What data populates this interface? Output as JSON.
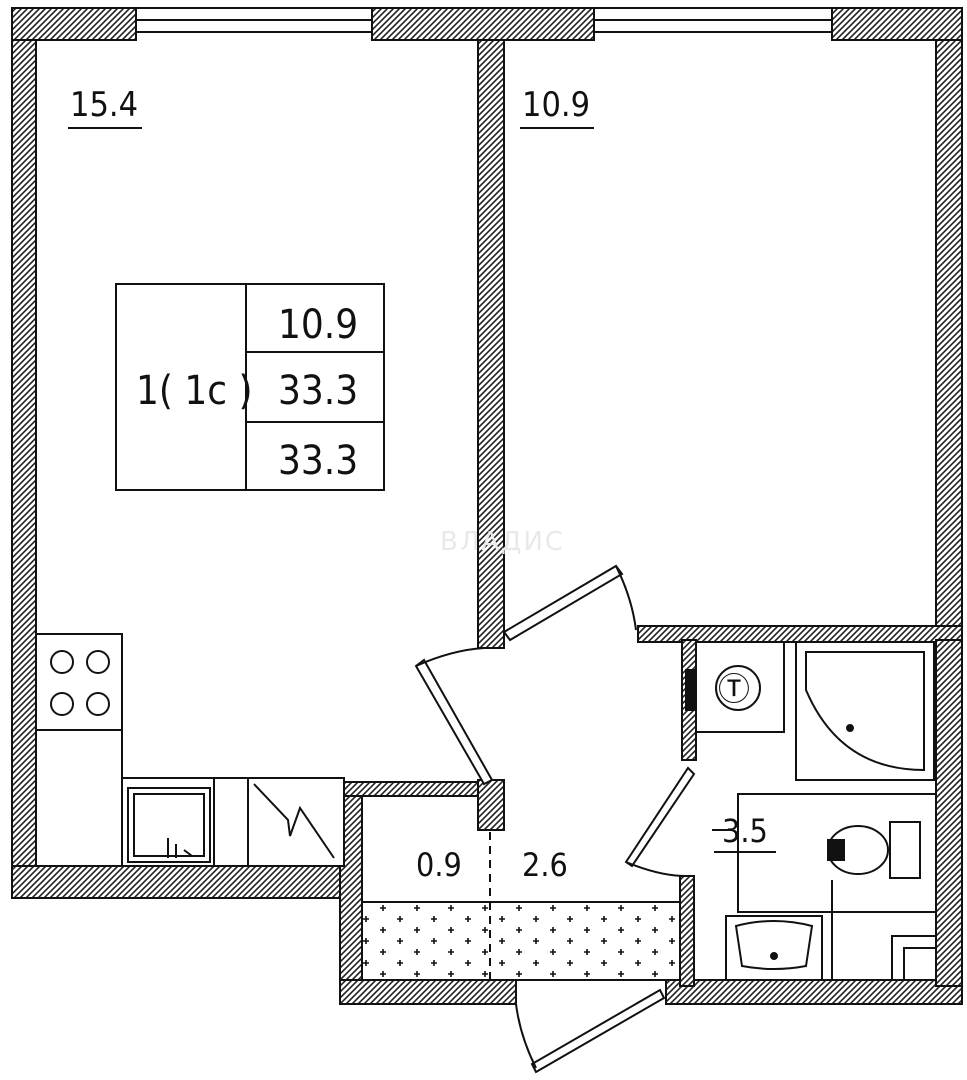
{
  "rooms": {
    "kitchen_living_area": "15.4",
    "bedroom_area": "10.9",
    "hall_small_area": "0.9",
    "hall_area": "2.6",
    "bathroom_area": "3.5"
  },
  "summary_table": {
    "rooms_code": "1( 1c )",
    "living_area": "10.9",
    "total_area": "33.3",
    "total_area_with_balcony": "33.3"
  },
  "fixtures": {
    "washer_label": "Ⓣ"
  },
  "watermark": {
    "text": "ВЛАДИС"
  }
}
